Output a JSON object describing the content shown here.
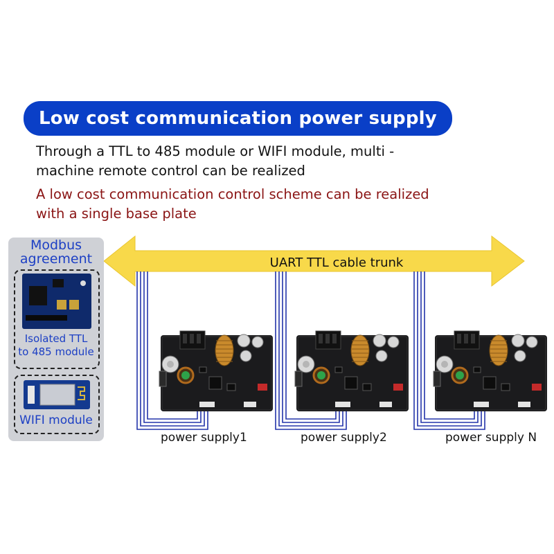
{
  "header": {
    "title": "Low cost communication power supply",
    "line1": "Through a TTL to 485 module or WIFI module, multi -",
    "line2": "machine remote control can be realized",
    "line3": "A low cost communication control scheme can be realized",
    "line4": "with a single base plate"
  },
  "modbus": {
    "title_line1": "Modbus",
    "title_line2": "agreement",
    "ttl_module_line1": "Isolated TTL",
    "ttl_module_line2": "to 485 module",
    "wifi_module": "WIFI module"
  },
  "trunk": {
    "label": "UART TTL  cable trunk"
  },
  "supplies": [
    {
      "label": "power supply1"
    },
    {
      "label": "power supply2"
    },
    {
      "label": "power supply N"
    }
  ],
  "colors": {
    "banner": "#0a3fc7",
    "arrow": "#f8d94a",
    "wire": "#2233aa",
    "module_text": "#1c3fc4",
    "red_text": "#8a1414"
  }
}
